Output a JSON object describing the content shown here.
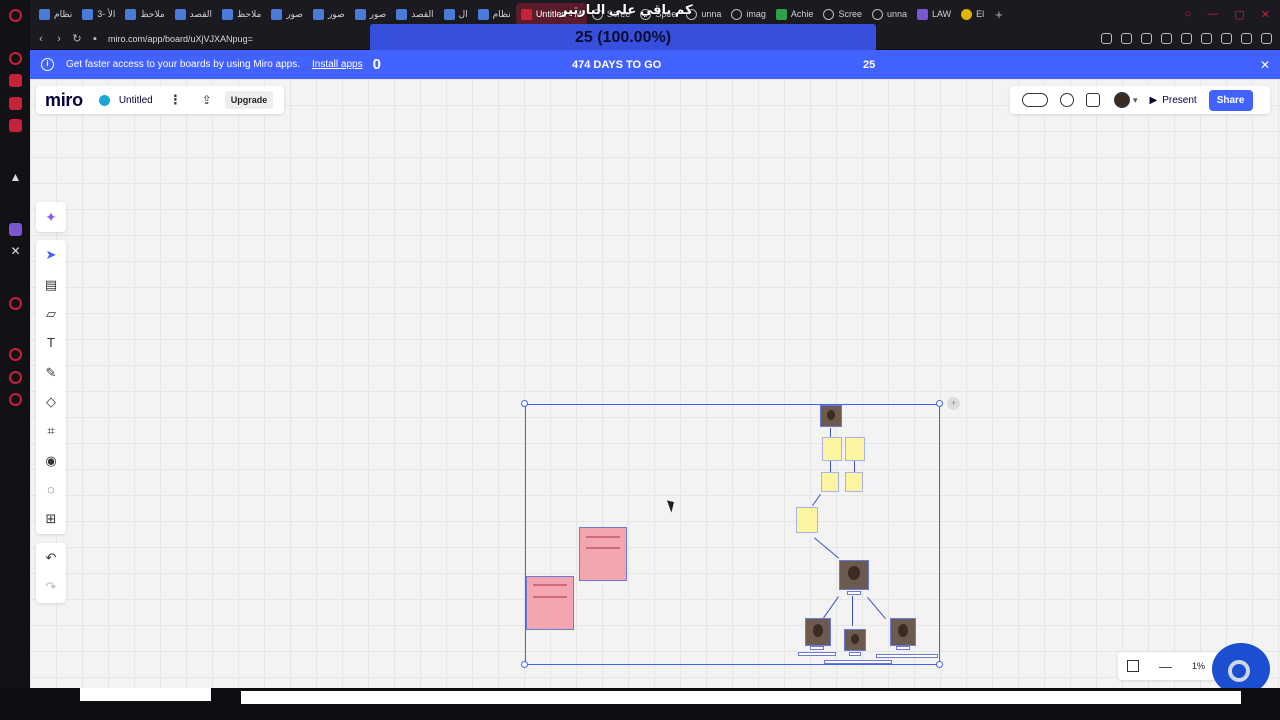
{
  "browser": {
    "tabs": [
      {
        "label": "نظام",
        "icon": "doc-icon"
      },
      {
        "label": "3- الأ",
        "icon": "drive-icon"
      },
      {
        "label": "ملاحظ",
        "icon": "doc-icon"
      },
      {
        "label": "القصد",
        "icon": "doc-icon"
      },
      {
        "label": "ملاحظ",
        "icon": "doc-icon"
      },
      {
        "label": "صور",
        "icon": "doc-icon"
      },
      {
        "label": "صور",
        "icon": "doc-icon"
      },
      {
        "label": "صور",
        "icon": "doc-icon"
      },
      {
        "label": "القصد",
        "icon": "doc-icon"
      },
      {
        "label": "ال",
        "icon": "doc-icon"
      },
      {
        "label": "نظام",
        "icon": "doc-icon"
      },
      {
        "label": "Untitled - M",
        "icon": "miro-icon",
        "active": true
      },
      {
        "label": "Scree",
        "icon": "globe-icon"
      },
      {
        "label": "Spee",
        "icon": "grid-icon"
      },
      {
        "label": "unna",
        "icon": "globe-icon"
      },
      {
        "label": "imag",
        "icon": "globe-icon"
      },
      {
        "label": "Achie",
        "icon": "k-icon"
      },
      {
        "label": "Scree",
        "icon": "globe-icon"
      },
      {
        "label": "unna",
        "icon": "globe-icon"
      },
      {
        "label": "LAW",
        "icon": "purple-icon"
      },
      {
        "label": "El",
        "icon": "star-icon"
      }
    ],
    "url": "miro.com/app/board/uXjVJXANpug="
  },
  "overlay": {
    "counter": "25  (100.00%)",
    "arabic_text": "كم باقي على البارتير"
  },
  "banner": {
    "message": "Get faster access to your boards by using Miro apps.",
    "link": "Install apps",
    "left_number": "0",
    "days": "474 DAYS TO GO",
    "right_number": "25"
  },
  "board": {
    "logo": "miro",
    "name": "Untitled",
    "upgrade": "Upgrade",
    "present": "Present",
    "share": "Share",
    "zoom": "1%"
  },
  "colors": {
    "accent": "#4262ff",
    "banner": "#4262ff",
    "opera_red": "#c8213a",
    "pink_note": "#f4a6b0",
    "yellow_note": "#fbf4a0"
  }
}
